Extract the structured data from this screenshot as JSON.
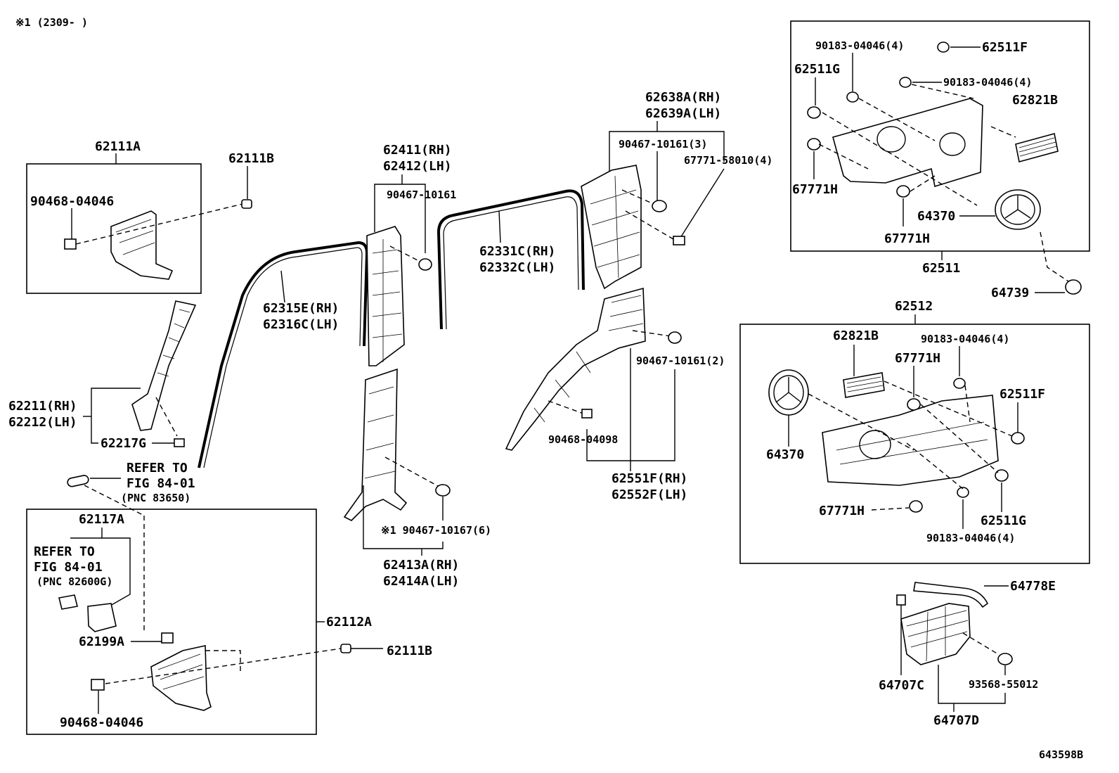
{
  "header": {
    "note": "※1 (2309-       )"
  },
  "footer": {
    "figure_code": "643598B"
  },
  "labels": {
    "p62111A": "62111A",
    "p62111B_top": "62111B",
    "p90468_04046_top": "90468-04046",
    "p62411": "62411(RH)",
    "p62412": "62412(LH)",
    "p90467_10161": "90467-10161",
    "p62638A": "62638A(RH)",
    "p62639A": "62639A(LH)",
    "p90467_10161_3": "90467-10161(3)",
    "p67771_58010_4": "67771-58010(4)",
    "p62331C": "62331C(RH)",
    "p62332C": "62332C(LH)",
    "p62315E": "62315E(RH)",
    "p62316C": "62316C(LH)",
    "p62211": "62211(RH)",
    "p62212": "62212(LH)",
    "p62217G": "62217G",
    "refer1_a": "REFER TO",
    "refer1_b": "FIG 84-01",
    "refer1_c": "(PNC 83650)",
    "p62117A": "62117A",
    "refer2_a": "REFER TO",
    "refer2_b": "FIG 84-01",
    "refer2_c": "(PNC 82600G)",
    "p62199A": "62199A",
    "p62112A": "62112A",
    "p62111B_bot": "62111B",
    "p90468_04046_bot": "90468-04046",
    "p90467_10167_6": "※1 90467-10167(6)",
    "p62413A": "62413A(RH)",
    "p62414A": "62414A(LH)",
    "p90467_10161_2": "90467-10161(2)",
    "p90468_04098": "90468-04098",
    "p62551F": "62551F(RH)",
    "p62552F": "62552F(LH)",
    "p90183_a": "90183-04046(4)",
    "p62511F_a": "62511F",
    "p62511G_a": "62511G",
    "p90183_b": "90183-04046(4)",
    "p62821B_a": "62821B",
    "p67771H_a": "67771H",
    "p64370_a": "64370",
    "p67771H_b": "67771H",
    "p62511": "62511",
    "p64739": "64739",
    "p62512": "62512",
    "p62821B_b": "62821B",
    "p90183_c": "90183-04046(4)",
    "p67771H_c": "67771H",
    "p62511F_b": "62511F",
    "p64370_b": "64370",
    "p67771H_d": "67771H",
    "p62511G_b": "62511G",
    "p90183_d": "90183-04046(4)",
    "p64778E": "64778E",
    "p64707C": "64707C",
    "p93568_55012": "93568-55012",
    "p64707D": "64707D"
  }
}
